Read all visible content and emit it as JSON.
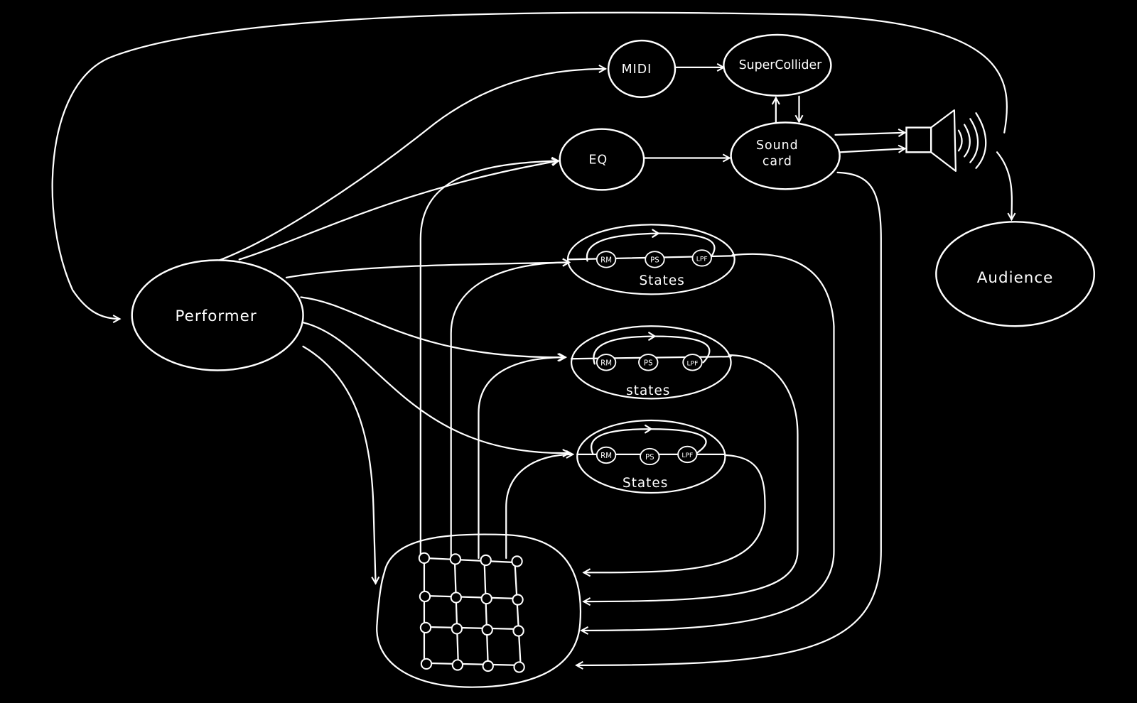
{
  "nodes": {
    "performer": "Performer",
    "midi": "MIDI",
    "supercollider": "SuperCollider",
    "eq": "EQ",
    "sound_card_line1": "Sound",
    "sound_card_line2": "card",
    "audience": "Audience"
  },
  "states": [
    {
      "label": "States",
      "effects": [
        "RM",
        "PS",
        "LPF"
      ]
    },
    {
      "label": "states",
      "effects": [
        "RM",
        "PS",
        "LPF"
      ]
    },
    {
      "label": "States",
      "effects": [
        "RM",
        "PS",
        "LPF"
      ]
    }
  ],
  "colors": {
    "background": "#000000",
    "stroke": "#ffffff"
  }
}
